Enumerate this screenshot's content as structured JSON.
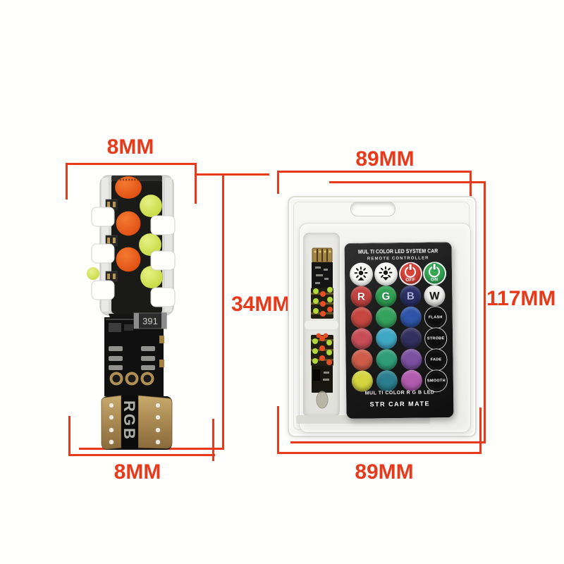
{
  "colors": {
    "dimension_red": "#e8391b",
    "remote_body": "#1c1c1c",
    "blister_gray": "#e9e9e5",
    "brass": "#b2945c",
    "led_orange": "#e8571c",
    "led_yellow_green": "#cfe04e"
  },
  "dimensions": {
    "bulb_width_top": "8MM",
    "bulb_height": "34MM",
    "bulb_width_bottom": "8MM",
    "package_width_top": "89MM",
    "package_height": "117MM",
    "package_width_bottom": "89MM"
  },
  "bulb": {
    "chip_label": "391",
    "base_label": "RGB"
  },
  "remote": {
    "title": "MUL TI COLOR LED SYSTEM CAR",
    "subtitle": "REMOTE CONTROLLER",
    "footer_line1": "MUL TI COLOR R G B LED",
    "footer_line2": "STR CAR MATE",
    "brightness_buttons": [
      {
        "icon": "sun-arrow-up"
      },
      {
        "icon": "sun-arrow-down"
      }
    ],
    "power_buttons": [
      {
        "label": "OFF",
        "bg": "#c0322b"
      },
      {
        "label": "ON",
        "bg": "#27924a"
      }
    ],
    "grid": [
      [
        {
          "kind": "key",
          "label": "R",
          "bg": "#c2423e"
        },
        {
          "kind": "key",
          "label": "G",
          "bg": "#2f9f53"
        },
        {
          "kind": "key",
          "label": "B",
          "bg": "#2a3067",
          "fg": "#aeb6dd"
        },
        {
          "kind": "key",
          "label": "W",
          "bg": "#f1f1ef",
          "fg": "#161616"
        }
      ],
      [
        {
          "kind": "color",
          "bg": "#c6473f"
        },
        {
          "kind": "color",
          "bg": "#35a25d"
        },
        {
          "kind": "color",
          "bg": "#2e55a8"
        },
        {
          "kind": "mode",
          "label": "FLASH"
        }
      ],
      [
        {
          "kind": "color",
          "bg": "#c74e57"
        },
        {
          "kind": "color",
          "bg": "#3fa8c5"
        },
        {
          "kind": "color",
          "bg": "#32305d"
        },
        {
          "kind": "mode",
          "label": "STROBE"
        }
      ],
      [
        {
          "kind": "color",
          "bg": "#cd5c49"
        },
        {
          "kind": "color",
          "bg": "#2f9d77"
        },
        {
          "kind": "color",
          "bg": "#7b50a1"
        },
        {
          "kind": "mode",
          "label": "FADE"
        }
      ],
      [
        {
          "kind": "color",
          "bg": "#d5d53f"
        },
        {
          "kind": "color",
          "bg": "#2b7e8e"
        },
        {
          "kind": "color",
          "bg": "#b25cae"
        },
        {
          "kind": "mode",
          "label": "SMOOTH"
        }
      ]
    ]
  }
}
